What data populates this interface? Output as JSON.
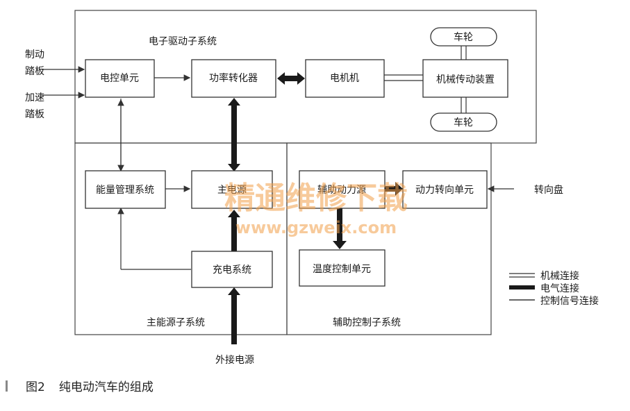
{
  "diagram": {
    "subsystems": {
      "drive": "电子驱动子系统",
      "main_power": "主能源子系统",
      "aux_control": "辅助控制子系统"
    },
    "inputs": {
      "brake_line1": "制动",
      "brake_line2": "踏板",
      "accel_line1": "加速",
      "accel_line2": "踏板",
      "steering": "转向盘",
      "external_power": "外接电源"
    },
    "boxes": {
      "ecu": "电控单元",
      "power_converter": "功率转化器",
      "motor": "电机机",
      "transmission": "机械传动装置",
      "wheel_top": "车轮",
      "wheel_bottom": "车轮",
      "energy_mgmt": "能量管理系统",
      "main_power": "主电源",
      "charging": "充电系统",
      "aux_power": "辅助动力源",
      "power_steering": "动力转向单元",
      "temp_control": "温度控制单元"
    },
    "legend": {
      "mechanical": "机械连接",
      "electrical": "电气连接",
      "control": "控制信号连接"
    },
    "watermark": {
      "line1": "精通维修下载",
      "line2": "www.gzweix.com"
    }
  },
  "caption": {
    "number": "图2",
    "text": "纯电动汽车的组成"
  }
}
